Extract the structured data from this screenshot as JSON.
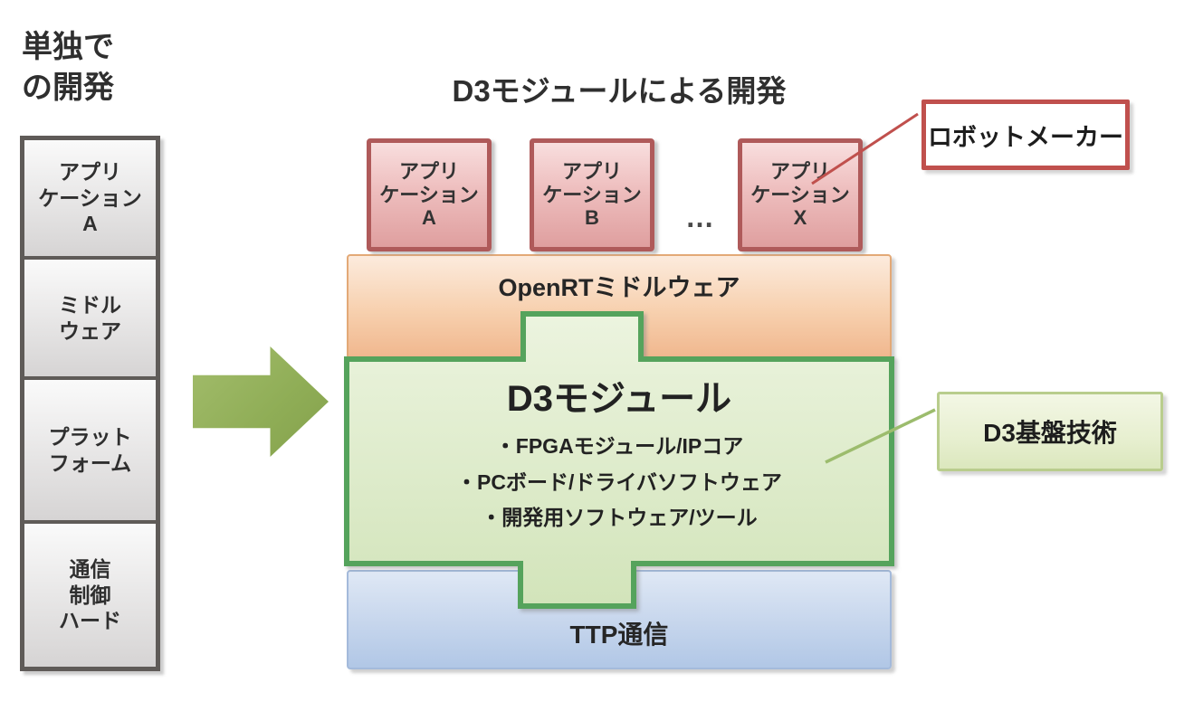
{
  "left": {
    "title": "単独で\nの開発",
    "stack": [
      "アプリ\nケーション\nA",
      "ミドル\nウェア",
      "プラット\nフォーム",
      "通信\n制御\nハード"
    ]
  },
  "main": {
    "title": "D3モジュールによる開発",
    "apps": [
      "アプリ\nケーション\nA",
      "アプリ\nケーション\nB",
      "アプリ\nケーション\nX"
    ],
    "ellipsis": "…",
    "middleware_label": "OpenRTミドルウェア",
    "module": {
      "title": "D3モジュール",
      "items": [
        "・FPGAモジュール/IPコア",
        "・PCボード/ドライバソフトウェア",
        "・開発用ソフトウェア/ツール"
      ]
    },
    "comm_label": "TTP通信"
  },
  "callouts": {
    "robot_maker": "ロボットメーカー",
    "d3_base": "D3基盤技術"
  },
  "palette": {
    "app_box_border": "#af5a5a",
    "app_box_fill": "#eebebe",
    "middleware_fill": "#f7d0ae",
    "module_border": "#55a35c",
    "module_fill": "#ddebc9",
    "comm_fill": "#c8d7ed",
    "gray_stack_fill": "#e5e3e3",
    "arrow_green": "#8fad56",
    "robot_label_border": "#c0504d",
    "base_label_fill": "#e7efd0"
  }
}
